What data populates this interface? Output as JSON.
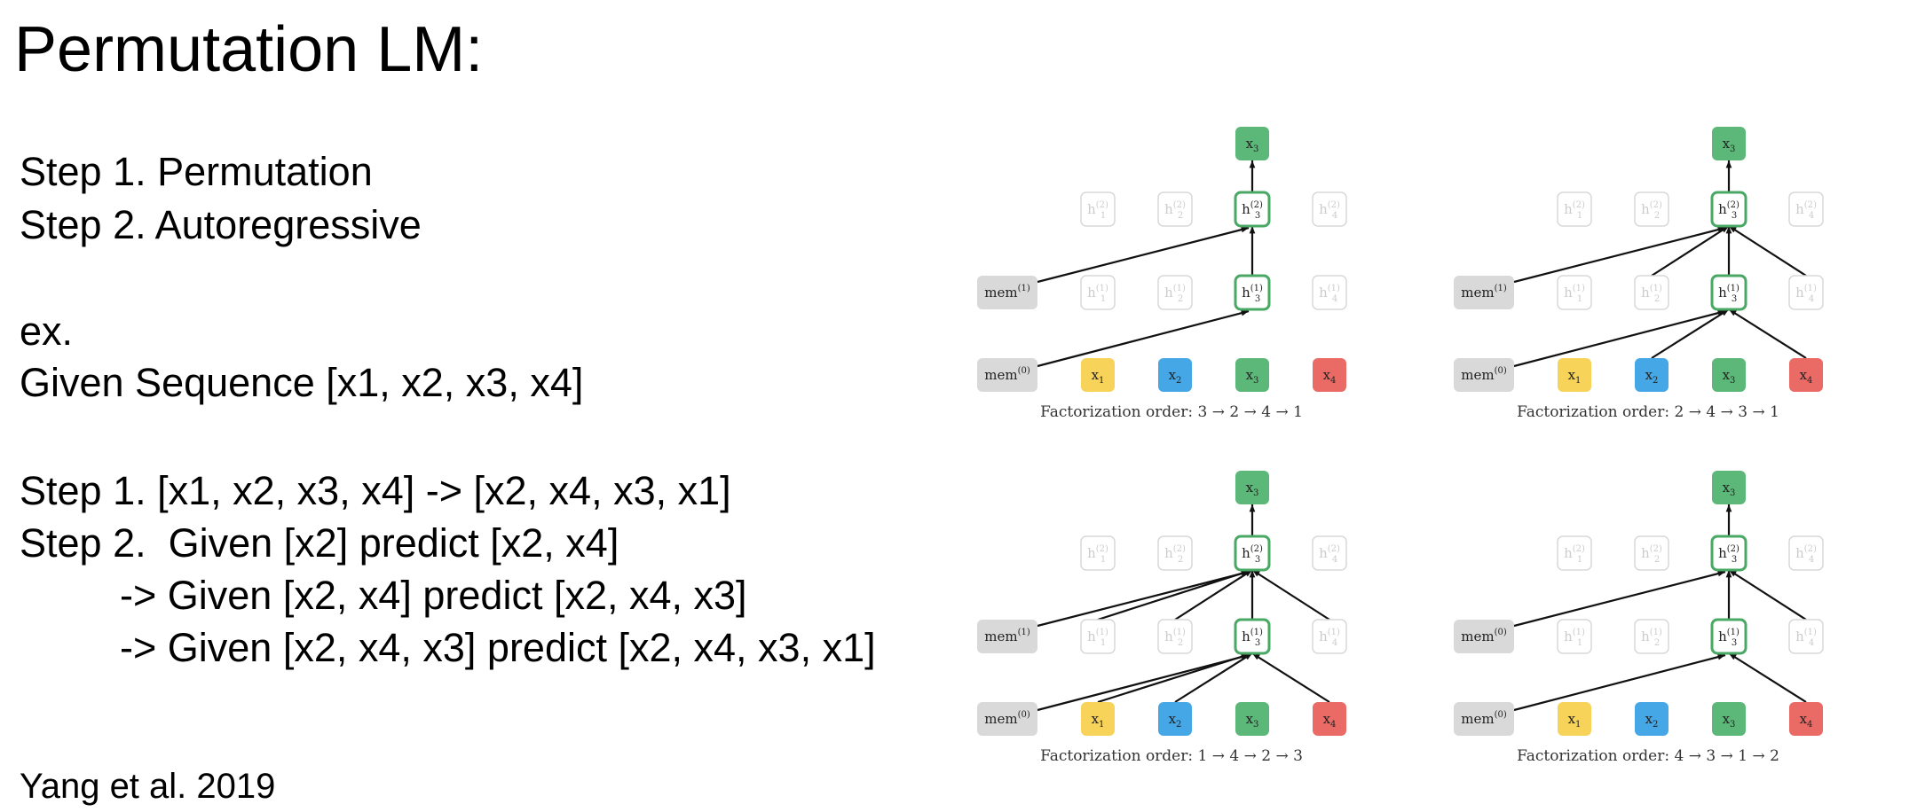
{
  "slide": {
    "title": "Permutation LM:",
    "lines": [
      "Step 1. Permutation",
      "Step 2. Autoregressive",
      "ex.",
      "Given Sequence [x1, x2, x3, x4]",
      "Step 1. [x1, x2, x3, x4] -> [x2, x4, x3, x1]",
      "Step 2.  Given [x2] predict [x2, x4]",
      "-> Given [x2, x4] predict [x2, x4, x3]",
      "-> Given [x2, x4, x3] predict [x2, x4, x3, x1]"
    ],
    "citation": "Yang et al. 2019"
  },
  "colors": {
    "x1": "#f7d35a",
    "x2": "#45a7e6",
    "x3": "#5cb878",
    "x4": "#ea6b66",
    "mem": "#d9d9d9",
    "hidden_active_border": "#4aa865",
    "hidden_faded_border": "#d8d8d8"
  },
  "diagrams": [
    {
      "caption": "Factorization order: 3 → 2 → 4 → 1",
      "mem1_label": "mem(1)",
      "mem0_label": "mem(0)",
      "layer1_sources": [
        "mem"
      ],
      "layer2_sources": [
        "mem"
      ]
    },
    {
      "caption": "Factorization order: 2 → 4 → 3 → 1",
      "mem1_label": "mem(1)",
      "mem0_label": "mem(0)",
      "layer1_sources": [
        "mem",
        "x2",
        "x4"
      ],
      "layer2_sources": [
        "mem",
        "h2",
        "h4"
      ]
    },
    {
      "caption": "Factorization order: 1 → 4 → 2 → 3",
      "mem1_label": "mem(1)",
      "mem0_label": "mem(0)",
      "layer1_sources": [
        "mem",
        "x1",
        "x2",
        "x4"
      ],
      "layer2_sources": [
        "mem",
        "h1",
        "h2",
        "h4"
      ]
    },
    {
      "caption": "Factorization order: 4 → 3 → 1 → 2",
      "mem1_label": "mem(0)",
      "mem0_label": "mem(0)",
      "layer1_sources": [
        "mem",
        "x4"
      ],
      "layer2_sources": [
        "mem",
        "h4"
      ]
    }
  ]
}
